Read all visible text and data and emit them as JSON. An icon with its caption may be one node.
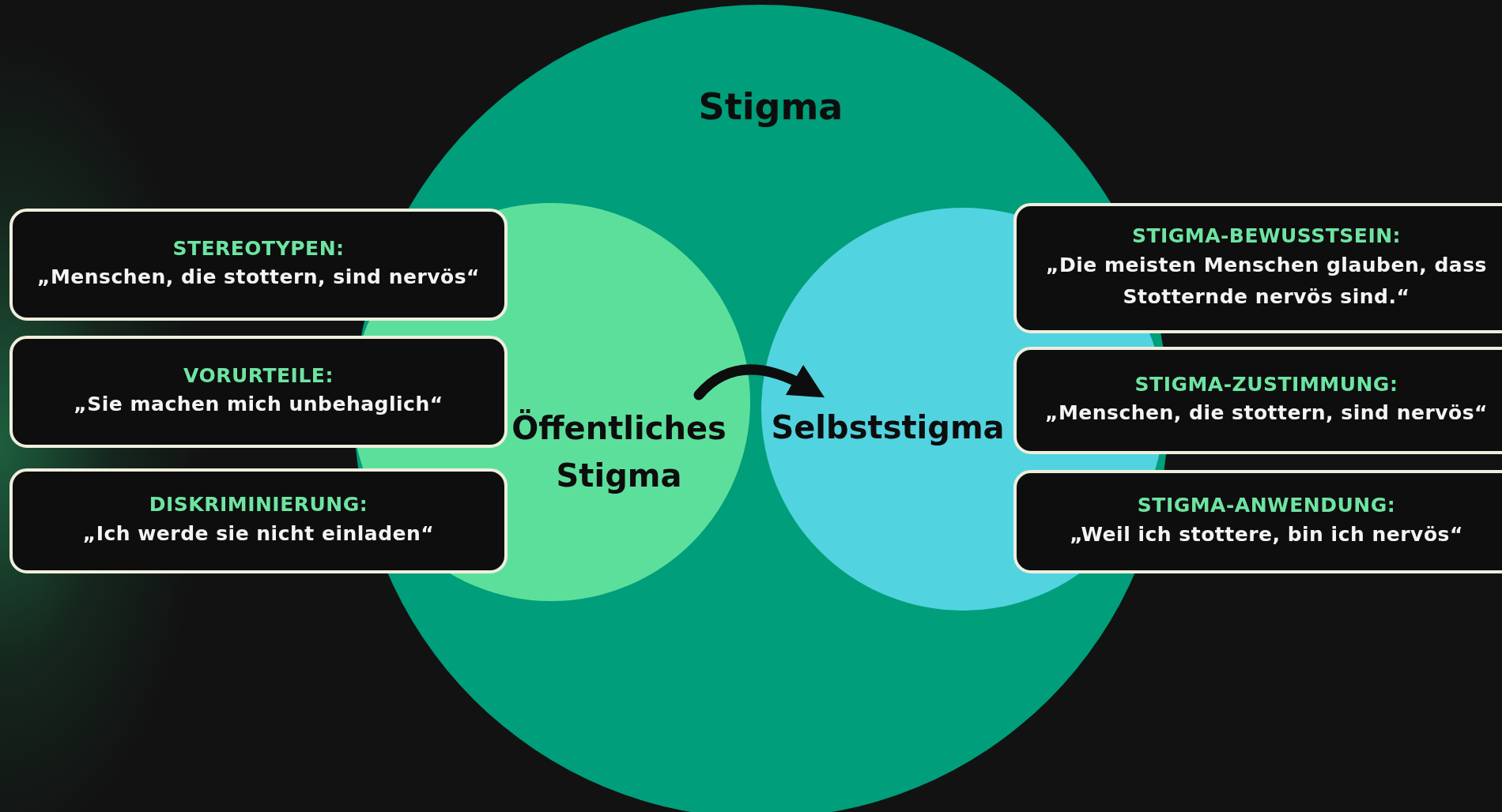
{
  "diagram": {
    "nodes": [
      {
        "text": [
          "Stigma"
        ]
      },
      {
        "text": [
          "Öffentliches Stigma"
        ],
        "in": 0
      },
      {
        "text": [
          "Selbststigma"
        ],
        "in": 0
      },
      {
        "text": [
          "STEREOTYPEN:",
          "„Menschen, die stottern, sind nervös“"
        ]
      },
      {
        "text": [
          "VORURTEILE:",
          "„Sie machen mich unbehaglich“"
        ]
      },
      {
        "text": [
          "DISKRIMINIERUNG:",
          "„Ich werde sie nicht einladen“"
        ]
      },
      {
        "text": [
          "STIGMA-BEWUSSTSEIN:",
          "„Die meisten Menschen glauben, dass Stotternde nervös sind.“"
        ]
      },
      {
        "text": [
          "STIGMA-ZUSTIMMUNG:",
          "„Menschen, die stottern, sind nervös“"
        ]
      },
      {
        "text": [
          "STIGMA-ANWENDUNG:",
          "„Weil ich stottere, bin ich nervös“"
        ]
      }
    ],
    "edges": [
      {
        "from": 1,
        "to": 2,
        "arrow": "to"
      }
    ]
  }
}
